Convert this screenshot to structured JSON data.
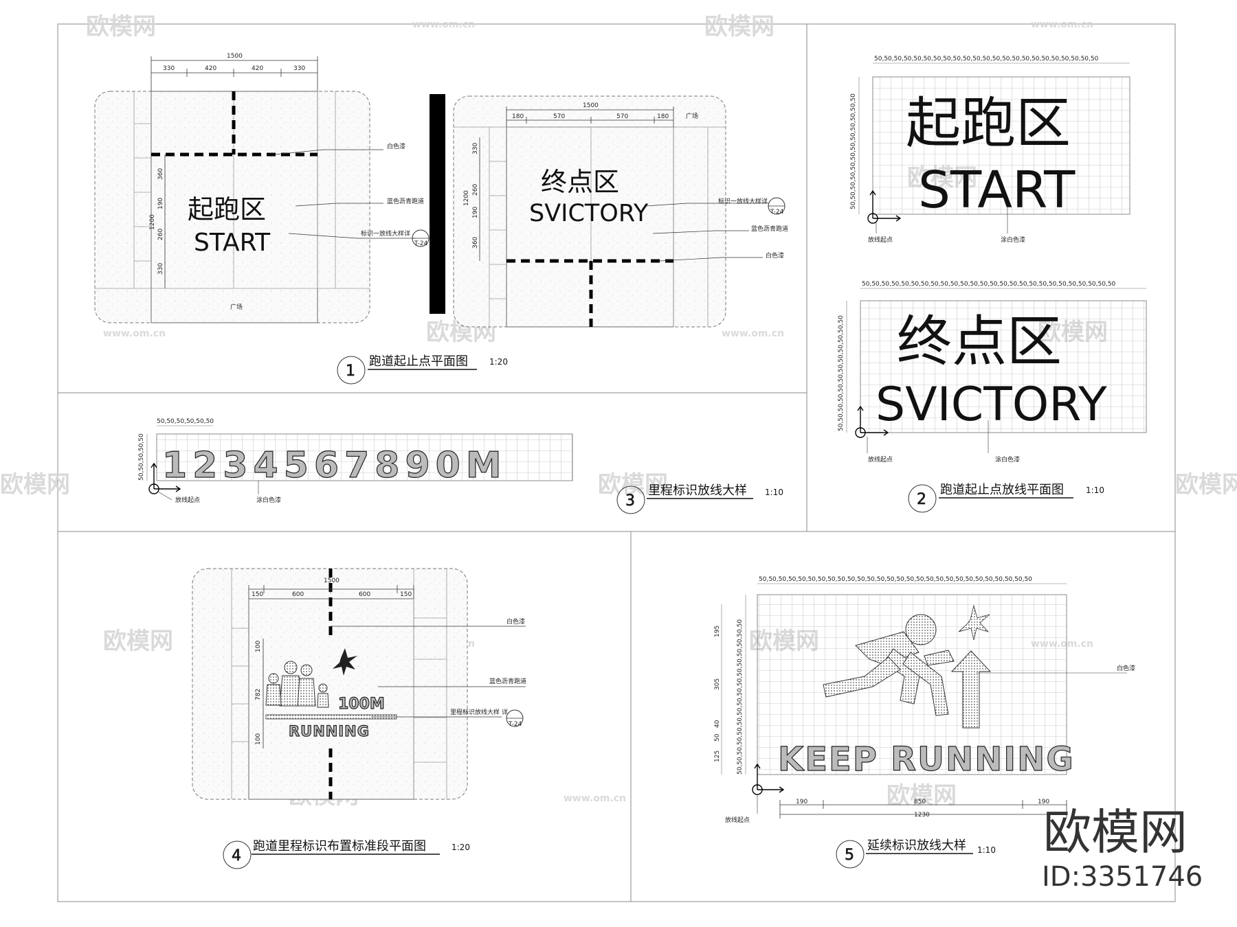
{
  "panel1": {
    "caption": "跑道起止点平面图",
    "num": "1",
    "scale": "1:20",
    "start_dims_total": "1500",
    "start_dims": [
      "330",
      "420",
      "420",
      "330"
    ],
    "start_vdims": [
      "360",
      "190",
      "260",
      "330"
    ],
    "start_vtotal": "1200",
    "start_cn": "起跑区",
    "start_en": "START",
    "plaza": "广场",
    "end_dims_total": "1500",
    "end_dims": [
      "180",
      "570",
      "570",
      "180"
    ],
    "end_vdims": [
      "330",
      "260",
      "190",
      "360"
    ],
    "end_vtotal": "1200",
    "end_cn": "终点区",
    "end_en": "SVICTORY",
    "label_white": "白色漆",
    "label_blue": "蓝色沥青跑道",
    "label_ref": "标识一放线大样详",
    "ref_tag": "T-24",
    "end_label_ref": "标识一放线大样详",
    "end_label_blue": "蓝色沥青跑道",
    "end_label_white": "白色漆",
    "end_plaza": "广场"
  },
  "panel2": {
    "caption": "跑道起止点放线平面图",
    "num": "2",
    "scale": "1:10",
    "grid_unit": "50",
    "start_cn": "起跑区",
    "start_en": "START",
    "end_cn": "终点区",
    "end_en": "SVICTORY",
    "origin_label": "放线起点",
    "paint_label": "涂白色漆"
  },
  "panel3": {
    "caption": "里程标识放线大样",
    "num": "3",
    "scale": "1:10",
    "grid_unit": "50",
    "digits": "1234567890M",
    "origin_label": "放线起点",
    "paint_label": "涂白色漆"
  },
  "panel4": {
    "caption": "跑道里程标识布置标准段平面图",
    "num": "4",
    "scale": "1:20",
    "dims": [
      "150",
      "600",
      "600",
      "150"
    ],
    "dims_total": "1500",
    "vdims": [
      "100",
      "782",
      "100"
    ],
    "distance": "100M",
    "running": "RUNNING",
    "label_white": "白色漆",
    "label_blue": "蓝色沥青跑道",
    "label_ref": "里程标识放线大样 详",
    "ref_tag": "T-24"
  },
  "panel5": {
    "caption": "延续标识放线大样",
    "num": "5",
    "scale": "1:10",
    "grid_unit": "50",
    "slogan_a": "KEEP",
    "slogan_b": "RUNNING",
    "vdims": [
      "195",
      "305",
      "40",
      "50",
      "125"
    ],
    "hdims": [
      "190",
      "850",
      "190"
    ],
    "htotal": "1230",
    "origin_label": "放线起点",
    "paint_label": "白色漆"
  },
  "watermark": {
    "brand": "欧模网",
    "url": "www.om.cn",
    "id": "ID:3351746"
  }
}
